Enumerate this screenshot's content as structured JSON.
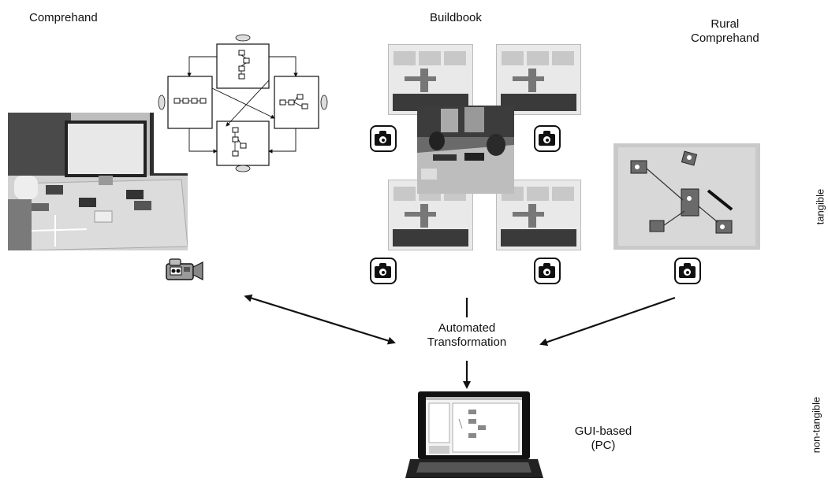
{
  "labels": {
    "comprehand": "Comprehand",
    "buildbook": "Buildbook",
    "rural_line1": "Rural",
    "rural_line2": "Comprehand",
    "center_line1": "Automated",
    "center_line2": "Transformation",
    "gui_line1": "GUI-based",
    "gui_line2": "(PC)",
    "tangible": "tangible",
    "non_tangible": "non-tangible"
  },
  "icons": [
    "video-camera-icon",
    "camera-icon",
    "laptop-icon"
  ]
}
